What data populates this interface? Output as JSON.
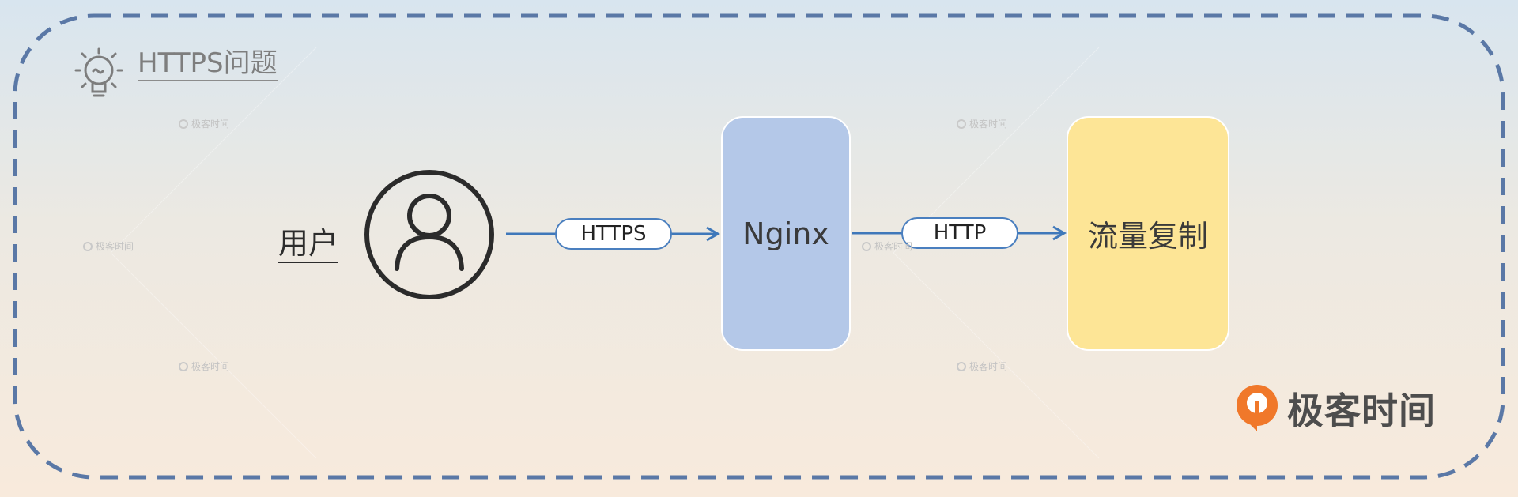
{
  "title": {
    "text": "HTTPS问题"
  },
  "user": {
    "label": "用户"
  },
  "edges": {
    "user_to_nginx": "HTTPS",
    "nginx_to_copy": "HTTP"
  },
  "nodes": {
    "nginx": "Nginx",
    "traffic_copy": "流量复制"
  },
  "brand": {
    "name": "极客时间"
  },
  "watermark": {
    "text": "极客时间"
  },
  "colors": {
    "frame_border": "#5a78a6",
    "arrow": "#3f78ba",
    "nginx_fill": "#b4c8e8",
    "copy_fill": "#fde596",
    "brand_orange": "#f0782a"
  },
  "icons": [
    "lightbulb-icon",
    "user-icon",
    "geektime-logo-icon"
  ]
}
